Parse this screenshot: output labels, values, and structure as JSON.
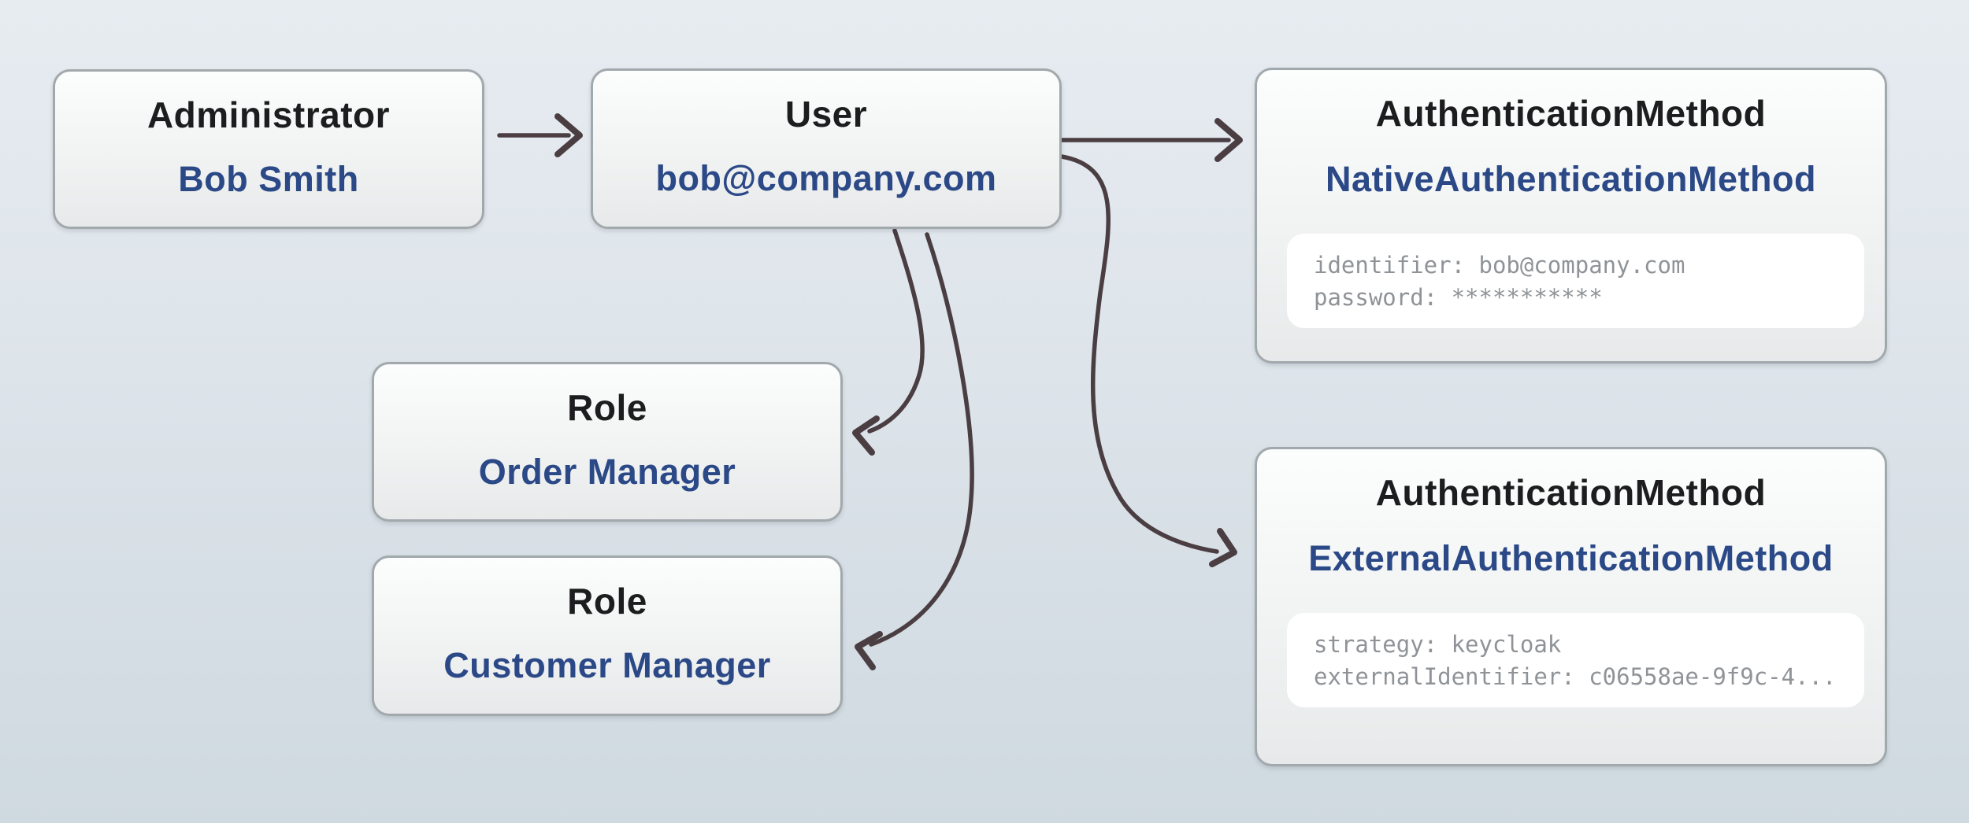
{
  "diagram": {
    "background": {
      "top": "#e7ecf1",
      "bottom": "#cfd9e0"
    },
    "colors": {
      "title_text": "#1d1d1f",
      "accent_blue": "#2b4887",
      "attribute_text": "#8f9397",
      "arrow": "#4a3e42",
      "node_border": "#a2a9ac"
    },
    "nodes": {
      "administrator": {
        "type": "Administrator",
        "value": "Bob Smith"
      },
      "user": {
        "type": "User",
        "value": "bob@company.com"
      },
      "native_auth": {
        "type": "AuthenticationMethod",
        "value": "NativeAuthenticationMethod",
        "attributes": [
          "identifier: bob@company.com",
          "password: ***********"
        ]
      },
      "role_order": {
        "type": "Role",
        "value": "Order Manager"
      },
      "role_customer": {
        "type": "Role",
        "value": "Customer Manager"
      },
      "external_auth": {
        "type": "AuthenticationMethod",
        "value": "ExternalAuthenticationMethod",
        "attributes": [
          "strategy: keycloak",
          "externalIdentifier: c06558ae-9f9c-4..."
        ]
      }
    },
    "edges": [
      {
        "from": "administrator",
        "to": "user"
      },
      {
        "from": "user",
        "to": "native_auth"
      },
      {
        "from": "user",
        "to": "external_auth"
      },
      {
        "from": "user",
        "to": "role_order"
      },
      {
        "from": "user",
        "to": "role_customer"
      }
    ]
  }
}
